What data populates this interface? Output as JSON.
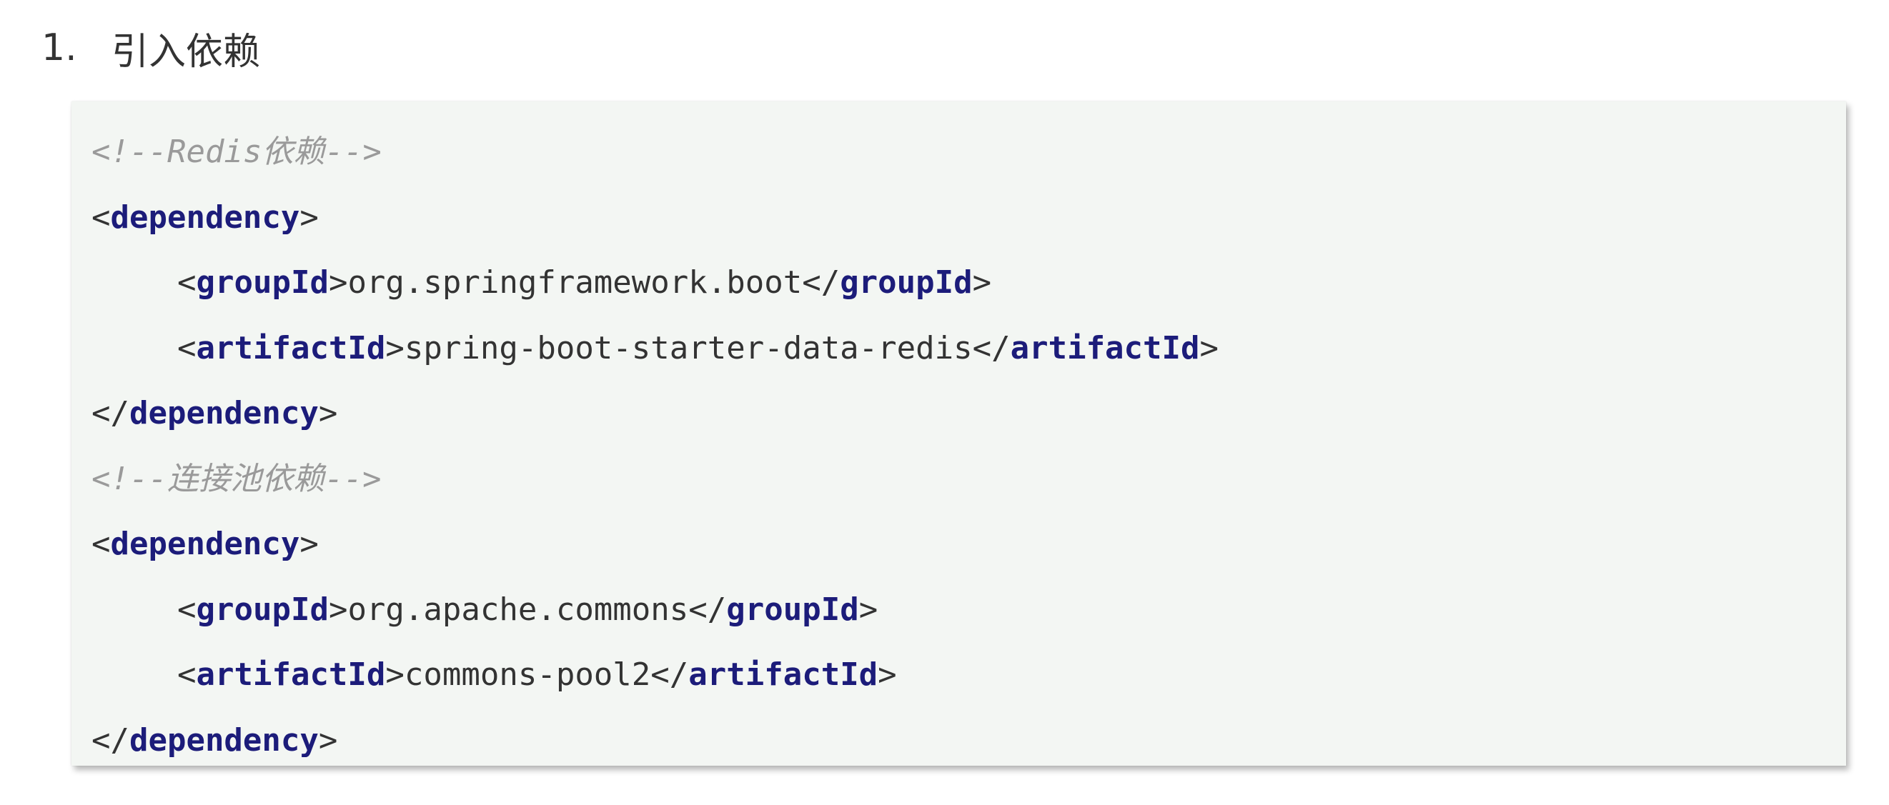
{
  "heading": {
    "number": "1.",
    "title": "引入依赖"
  },
  "code": {
    "lines": [
      {
        "kind": "comment",
        "indent": 0,
        "text": "<!--Redis依赖-->"
      },
      {
        "kind": "open",
        "indent": 0,
        "tag": "dependency"
      },
      {
        "kind": "element",
        "indent": 1,
        "tag": "groupId",
        "value": "org.springframework.boot"
      },
      {
        "kind": "element",
        "indent": 1,
        "tag": "artifactId",
        "value": "spring-boot-starter-data-redis"
      },
      {
        "kind": "close",
        "indent": 0,
        "tag": "dependency"
      },
      {
        "kind": "comment",
        "indent": 0,
        "text": "<!--连接池依赖-->"
      },
      {
        "kind": "open",
        "indent": 0,
        "tag": "dependency"
      },
      {
        "kind": "element",
        "indent": 1,
        "tag": "groupId",
        "value": "org.apache.commons"
      },
      {
        "kind": "element",
        "indent": 1,
        "tag": "artifactId",
        "value": "commons-pool2"
      },
      {
        "kind": "close",
        "indent": 0,
        "tag": "dependency"
      }
    ]
  },
  "colors": {
    "tag": "#1c1c7a",
    "comment": "#9a9a9a",
    "text": "#333333",
    "code_background": "#f3f6f3"
  }
}
